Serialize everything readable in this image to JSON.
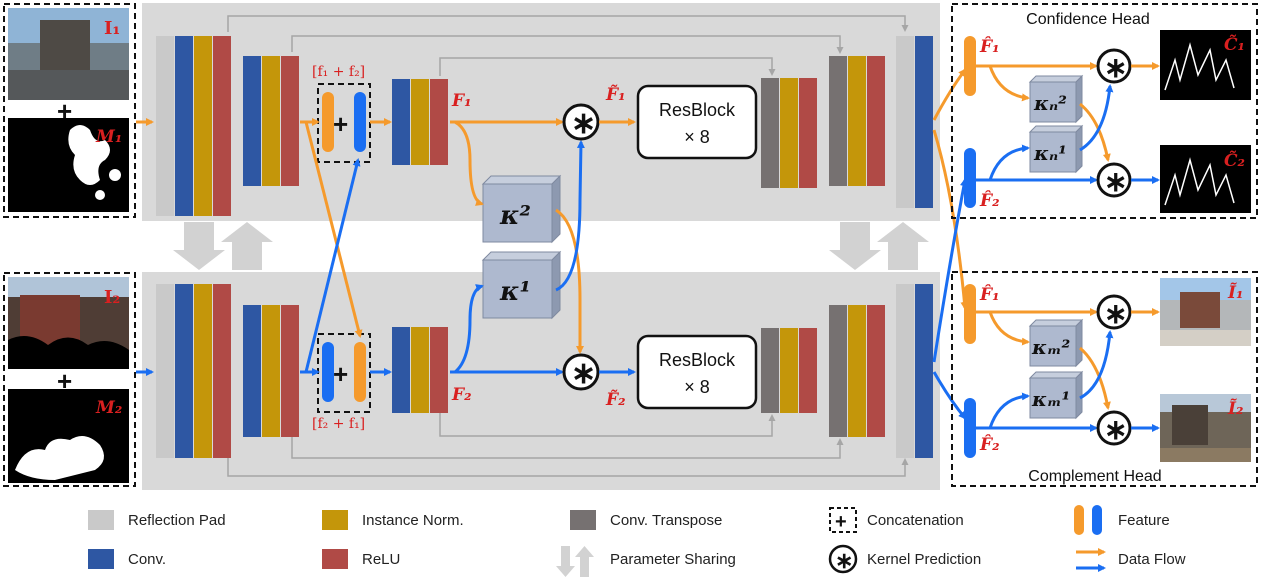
{
  "colors": {
    "pad": "#c9c9c9",
    "conv": "#2e57a3",
    "norm": "#c4960a",
    "relu": "#b04a46",
    "transpose": "#767171",
    "orange": "#f59a2c",
    "blue": "#1a6ef2",
    "panel": "#d9d9d9",
    "kernel_box": "#aeb9cf",
    "red_label": "#d92020"
  },
  "heads": {
    "confidence": "Confidence Head",
    "complement": "Complement Head"
  },
  "labels": {
    "concat_top": "[f₁ + f₂]",
    "concat_bottom": "[f₂ + f₁]",
    "F1": "F₁",
    "F2": "F₂",
    "F1_tilde": "F̃₁",
    "F2_tilde": "F̃₂",
    "F1_hat": "F̂₁",
    "F2_hat": "F̂₂",
    "resblock_line1": "ResBlock",
    "resblock_line2": "× 8",
    "kappa2": "κ²",
    "kappa1": "κ¹",
    "kappa_n2": "κₙ²",
    "kappa_n1": "κₙ¹",
    "kappa_m2": "κₘ²",
    "kappa_m1": "κₘ¹",
    "I1": "I₁",
    "I2": "I₂",
    "M1": "M₁",
    "M2": "M₂",
    "C1_out": "C̃₁",
    "C2_out": "C̃₂",
    "I1_out": "Ĩ₁",
    "I2_out": "Ĩ₂",
    "plus": "+",
    "star": "∗"
  },
  "legend": {
    "reflection_pad": "Reflection Pad",
    "conv": "Conv.",
    "instance_norm": "Instance Norm.",
    "relu": "ReLU",
    "conv_transpose": "Conv. Transpose",
    "parameter_sharing": "Parameter Sharing",
    "concatenation": "Concatenation",
    "kernel_prediction": "Kernel Prediction",
    "feature": "Feature",
    "data_flow": "Data Flow"
  }
}
